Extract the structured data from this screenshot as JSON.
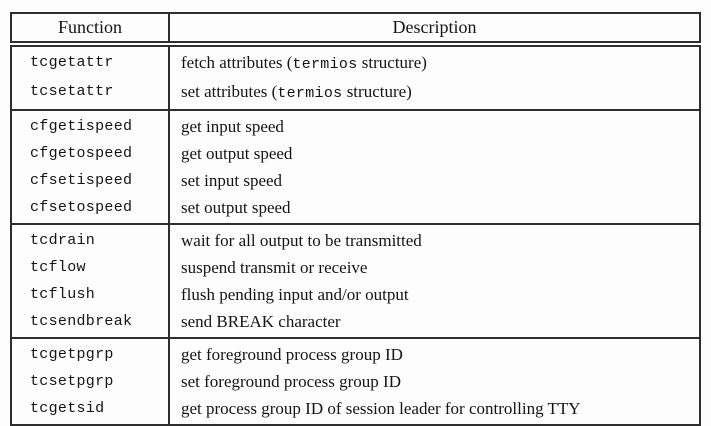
{
  "page": {
    "background": "#fdfdfd",
    "border_color": "#2e2e2e",
    "text_color": "#141414"
  },
  "table": {
    "headers": {
      "function": "Function",
      "description": "Description"
    },
    "groups": [
      {
        "rows": [
          {
            "function": "tcgetattr",
            "desc_pre": "fetch attributes (",
            "code": "termios",
            "desc_post": " structure)"
          },
          {
            "function": "tcsetattr",
            "desc_pre": "set attributes (",
            "code": "termios",
            "desc_post": " structure)"
          }
        ]
      },
      {
        "rows": [
          {
            "function": "cfgetispeed",
            "desc_pre": "get input speed"
          },
          {
            "function": "cfgetospeed",
            "desc_pre": "get output speed"
          },
          {
            "function": "cfsetispeed",
            "desc_pre": "set input speed"
          },
          {
            "function": "cfsetospeed",
            "desc_pre": "set output speed"
          }
        ]
      },
      {
        "rows": [
          {
            "function": "tcdrain",
            "desc_pre": "wait for all output to be transmitted"
          },
          {
            "function": "tcflow",
            "desc_pre": "suspend transmit or receive"
          },
          {
            "function": "tcflush",
            "desc_pre": "flush pending input and/or output"
          },
          {
            "function": "tcsendbreak",
            "desc_pre": "send BREAK character"
          }
        ]
      },
      {
        "rows": [
          {
            "function": "tcgetpgrp",
            "desc_pre": "get foreground process group ID"
          },
          {
            "function": "tcsetpgrp",
            "desc_pre": "set foreground process group ID"
          },
          {
            "function": "tcgetsid",
            "desc_pre": "get process group ID of session leader for controlling TTY"
          }
        ]
      }
    ]
  }
}
